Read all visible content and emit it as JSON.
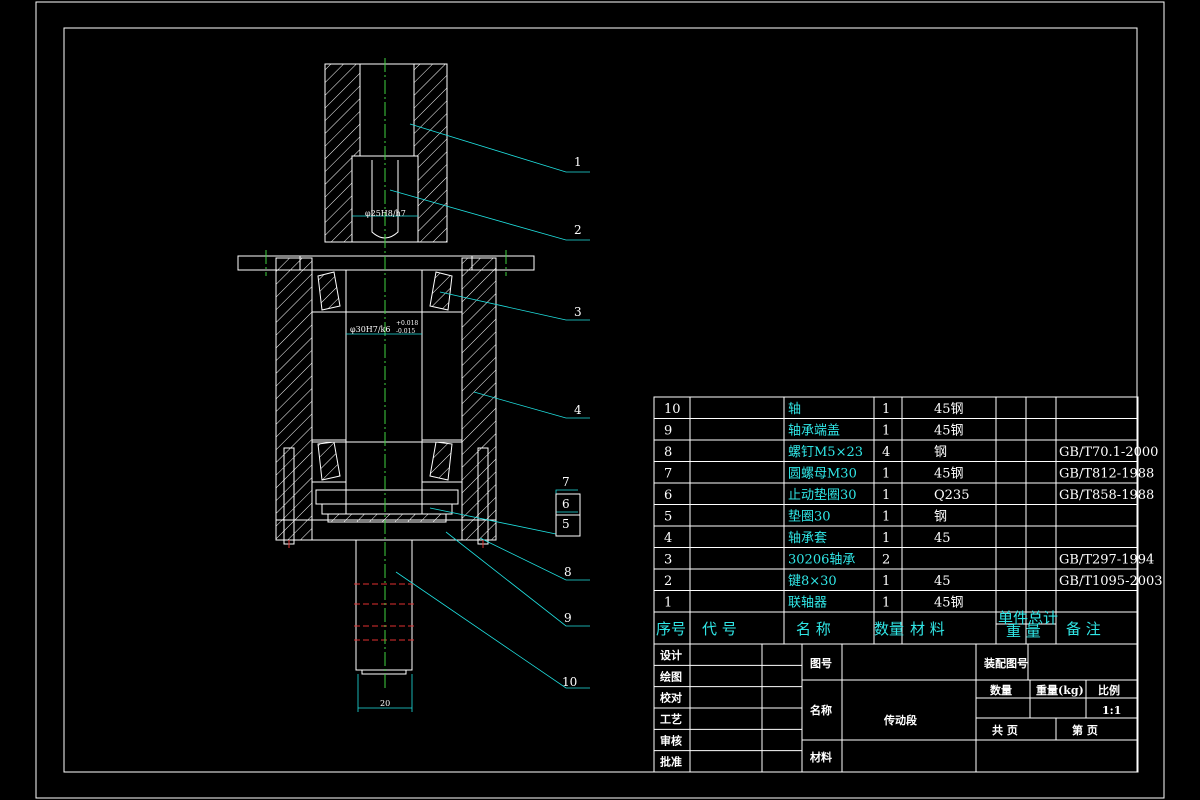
{
  "drawing": {
    "callouts": [
      "1",
      "2",
      "3",
      "4",
      "5",
      "6",
      "7",
      "8",
      "9",
      "10"
    ],
    "dimensions": {
      "d1": "φ25H8/h7",
      "d2": "φ30H7/k6",
      "d2_tol_upper": "+0.018",
      "d2_tol_lower": "-0.015",
      "length": "20"
    }
  },
  "parts_list": {
    "rows": [
      {
        "no": "10",
        "code": "",
        "name": "轴",
        "qty": "1",
        "material": "45钢",
        "std": ""
      },
      {
        "no": "9",
        "code": "",
        "name": "轴承端盖",
        "qty": "1",
        "material": "45钢",
        "std": ""
      },
      {
        "no": "8",
        "code": "",
        "name": "螺钉M5×23",
        "qty": "4",
        "material": "钢",
        "std": "GB/T70.1-2000"
      },
      {
        "no": "7",
        "code": "",
        "name": "圆螺母M30",
        "qty": "1",
        "material": "45钢",
        "std": "GB/T812-1988"
      },
      {
        "no": "6",
        "code": "",
        "name": "止动垫圈30",
        "qty": "1",
        "material": "Q235",
        "std": "GB/T858-1988"
      },
      {
        "no": "5",
        "code": "",
        "name": "垫圈30",
        "qty": "1",
        "material": "钢",
        "std": ""
      },
      {
        "no": "4",
        "code": "",
        "name": "轴承套",
        "qty": "1",
        "material": "45",
        "std": ""
      },
      {
        "no": "3",
        "code": "",
        "name": "30206轴承",
        "qty": "2",
        "material": "",
        "std": "GB/T297-1994"
      },
      {
        "no": "2",
        "code": "",
        "name": "键8×30",
        "qty": "1",
        "material": "45",
        "std": "GB/T1095-2003"
      },
      {
        "no": "1",
        "code": "",
        "name": "联轴器",
        "qty": "1",
        "material": "45钢",
        "std": ""
      }
    ],
    "header": {
      "no": "序号",
      "code": "代    号",
      "name": "名    称",
      "qty": "数量",
      "material": "材    料",
      "unit_weight": "单件",
      "total_weight": "总计",
      "weight": "重    量",
      "remark": "备    注"
    }
  },
  "title_block": {
    "roles": [
      "设计",
      "绘图",
      "校对",
      "工艺",
      "审核",
      "批准"
    ],
    "drawing_no_label": "图号",
    "assembly_no_label": "装配图号",
    "name_label": "名称",
    "name_value": "传动段",
    "material_label": "材料",
    "qty_label": "数量",
    "weight_label": "重量(kg)",
    "scale_label": "比例",
    "scale_value": "1:1",
    "total_sheets": "共    页",
    "sheet_no": "第    页"
  }
}
